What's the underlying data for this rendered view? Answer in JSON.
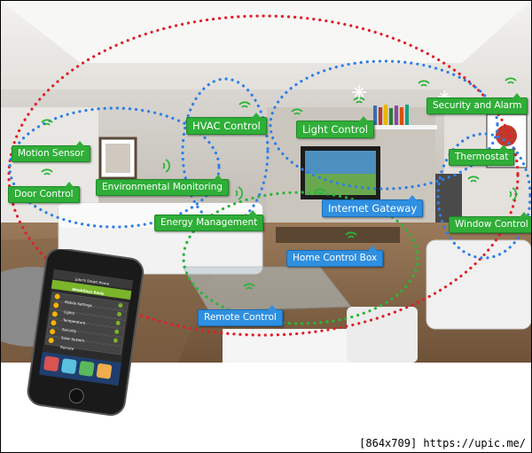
{
  "labels": {
    "motion_sensor": "Motion Sensor",
    "door_control": "Door Control",
    "environmental_monitoring": "Environmental Monitoring",
    "hvac_control": "HVAC Control",
    "light_control": "Light Control",
    "security_alarm": "Security and Alarm",
    "thermostat": "Thermostat",
    "energy_management": "Energy Management",
    "internet_gateway": "Internet Gateway",
    "window_control": "Window Control",
    "home_control_box": "Home Control Box",
    "remote_control": "Remote Control"
  },
  "phone": {
    "app_title": "John's Smart Home",
    "mode": "WeekDays Away",
    "menu": [
      "Mobile Settings",
      "Lights",
      "Temperature",
      "Security",
      "Solar System",
      "Remote"
    ]
  },
  "watermark": "[864x709] https://upic.me/",
  "colors": {
    "label_green": "#2fae38",
    "label_blue": "#2f8fe0",
    "ring_red": "#e0202a",
    "ring_blue": "#2f7fe6",
    "ring_green": "#2bb53a"
  }
}
